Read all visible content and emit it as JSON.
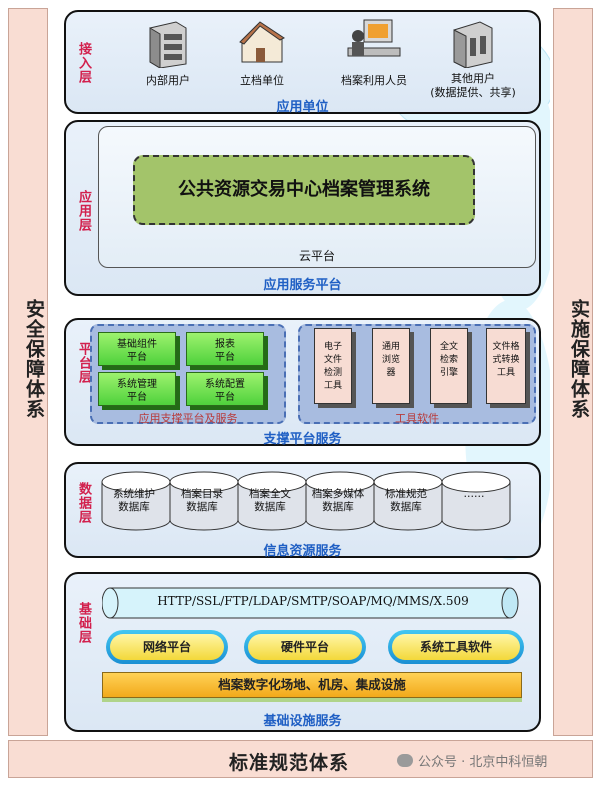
{
  "pillars": {
    "left": "安全保障体系",
    "right": "实施保障体系",
    "bottom": "标准规范体系"
  },
  "access_layer": {
    "label": "接入层",
    "footer": "应用单位",
    "users": [
      {
        "label": "内部用户",
        "icon": "server-icon"
      },
      {
        "label": "立档单位",
        "icon": "house-icon"
      },
      {
        "label": "档案利用人员",
        "icon": "workstation-icon"
      },
      {
        "label": "其他用户\n(数据提供、共享)",
        "icon": "building-icon"
      }
    ]
  },
  "app_layer": {
    "label": "应用层",
    "system_title": "公共资源交易中心档案管理系统",
    "cloud_label": "云平台",
    "footer": "应用服务平台"
  },
  "platform_layer": {
    "label": "平台层",
    "support_title": "应用支撑平台及服务",
    "support_items": [
      "基础组件\n平台",
      "报表\n平台",
      "系统管理\n平台",
      "系统配置\n平台"
    ],
    "tools_title": "工具软件",
    "tools": [
      "电子\n文件\n检测\n工具",
      "通用\n浏览\n器",
      "全文\n检索\n引擎",
      "文件格\n式转换\n工具"
    ],
    "footer": "支撑平台服务"
  },
  "data_layer": {
    "label": "数据层",
    "databases": [
      "系统维护\n数据库",
      "档案目录\n数据库",
      "档案全文\n数据库",
      "档案多媒体\n数据库",
      "标准规范\n数据库",
      "……"
    ],
    "footer": "信息资源服务"
  },
  "base_layer": {
    "label": "基础层",
    "protocols": "HTTP/SSL/FTP/LDAP/SMTP/SOAP/MQ/MMS/X.509",
    "pills": [
      "网络平台",
      "硬件平台",
      "系统工具软件"
    ],
    "facility": "档案数字化场地、机房、集成设施",
    "footer": "基础设施服务"
  },
  "watermark": "公众号 · 北京中科恒朝"
}
